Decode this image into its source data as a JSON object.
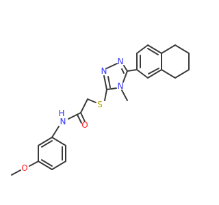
{
  "molecule": {
    "atoms": {
      "n1": {
        "text": "N",
        "color": "#3333ff"
      },
      "n2": {
        "text": "N",
        "color": "#3333ff"
      },
      "n4": {
        "text": "N",
        "color": "#3333ff"
      },
      "s": {
        "text": "S",
        "color": "#b8a000"
      },
      "nh": {
        "text": "N",
        "h": "H",
        "color": "#3333ff"
      },
      "o_carbonyl": {
        "text": "O",
        "color": "#ff2020"
      },
      "o_methoxy": {
        "text": "O",
        "color": "#ff2020"
      }
    },
    "bond_color": "#3a3a3a"
  }
}
